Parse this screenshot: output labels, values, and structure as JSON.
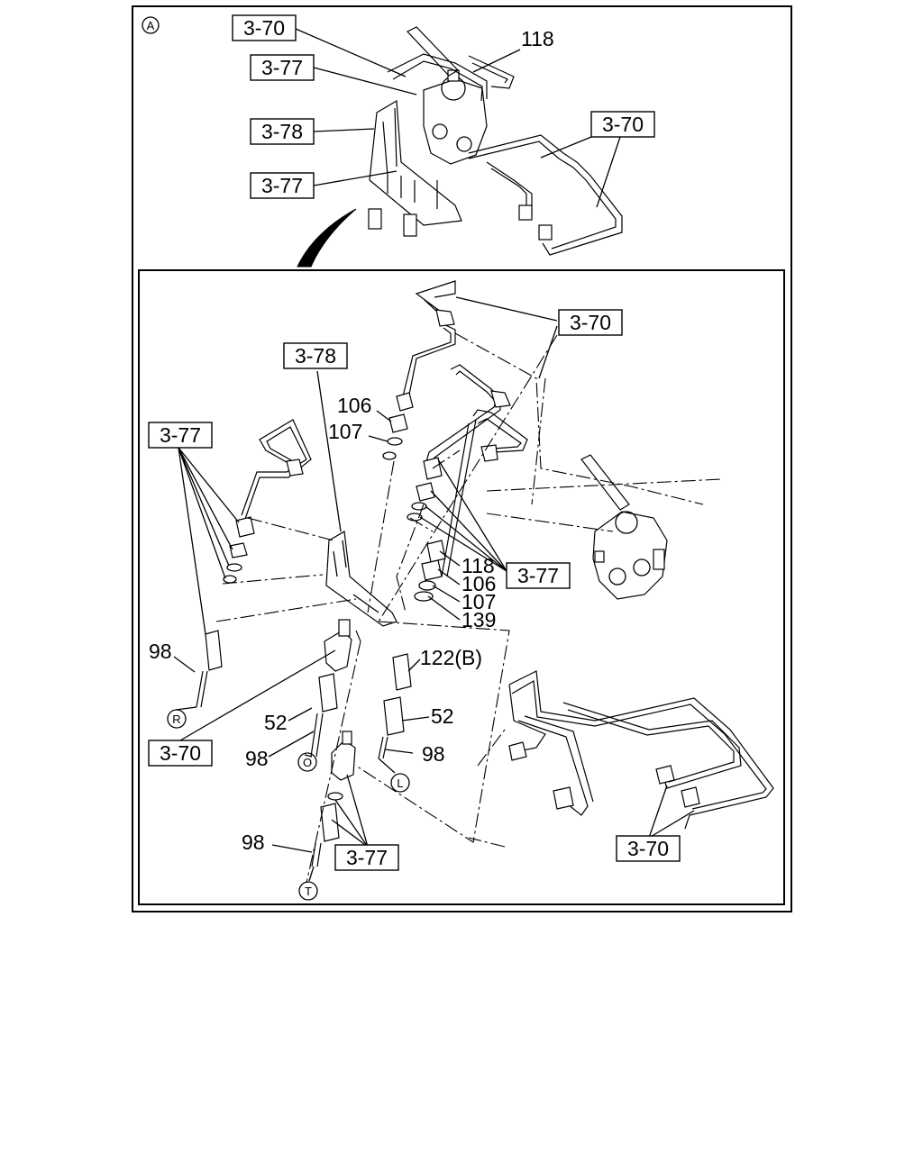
{
  "inset": {
    "view_marker": "A",
    "ref_labels": [
      {
        "text": "3-70"
      },
      {
        "text": "3-77"
      },
      {
        "text": "3-78"
      },
      {
        "text": "3-77"
      },
      {
        "text": "3-70"
      }
    ],
    "part_labels": [
      {
        "text": "118"
      }
    ]
  },
  "main": {
    "ref_labels": [
      {
        "text": "3-70"
      },
      {
        "text": "3-78"
      },
      {
        "text": "3-77"
      },
      {
        "text": "3-77"
      },
      {
        "text": "3-70"
      },
      {
        "text": "3-77"
      },
      {
        "text": "3-70"
      }
    ],
    "part_labels": [
      {
        "text": "106"
      },
      {
        "text": "107"
      },
      {
        "text": "118"
      },
      {
        "text": "106"
      },
      {
        "text": "107"
      },
      {
        "text": "139"
      },
      {
        "text": "98"
      },
      {
        "text": "122(B)"
      },
      {
        "text": "52"
      },
      {
        "text": "52"
      },
      {
        "text": "98"
      },
      {
        "text": "98"
      },
      {
        "text": "98"
      }
    ],
    "circle_markers": [
      {
        "text": "R"
      },
      {
        "text": "O"
      },
      {
        "text": "L"
      },
      {
        "text": "T"
      }
    ]
  }
}
